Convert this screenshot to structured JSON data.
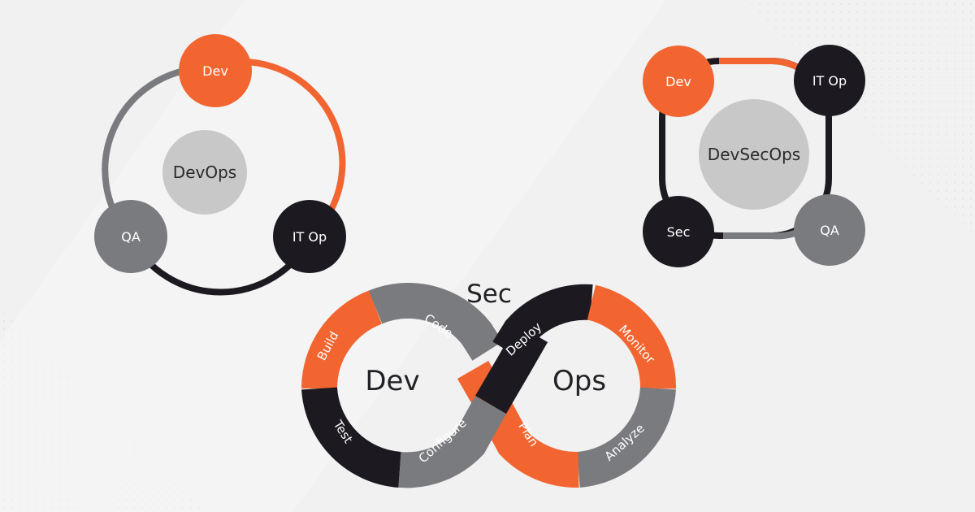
{
  "colors": {
    "orange": "#f26530",
    "gray": "#7a7b7e",
    "dark": "#1c1a20",
    "light_gray": "#c8c8c9",
    "background": "#f1f1f2"
  },
  "devops_cycle": {
    "center": "DevOps",
    "nodes": {
      "dev": "Dev",
      "it_op": "IT Op",
      "qa": "QA"
    }
  },
  "devsecops_cycle": {
    "center": "DevSecOps",
    "nodes": {
      "dev": "Dev",
      "it_op": "IT Op",
      "qa": "QA",
      "sec": "Sec"
    }
  },
  "infinity_loop": {
    "top_label": "Sec",
    "left_label": "Dev",
    "right_label": "Ops",
    "stages": {
      "build": "Build",
      "code": "Code",
      "test": "Test",
      "configure": "Configure",
      "deploy": "Deploy",
      "monitor": "Monitor",
      "plan": "Plan",
      "analyze": "Analyze"
    }
  }
}
